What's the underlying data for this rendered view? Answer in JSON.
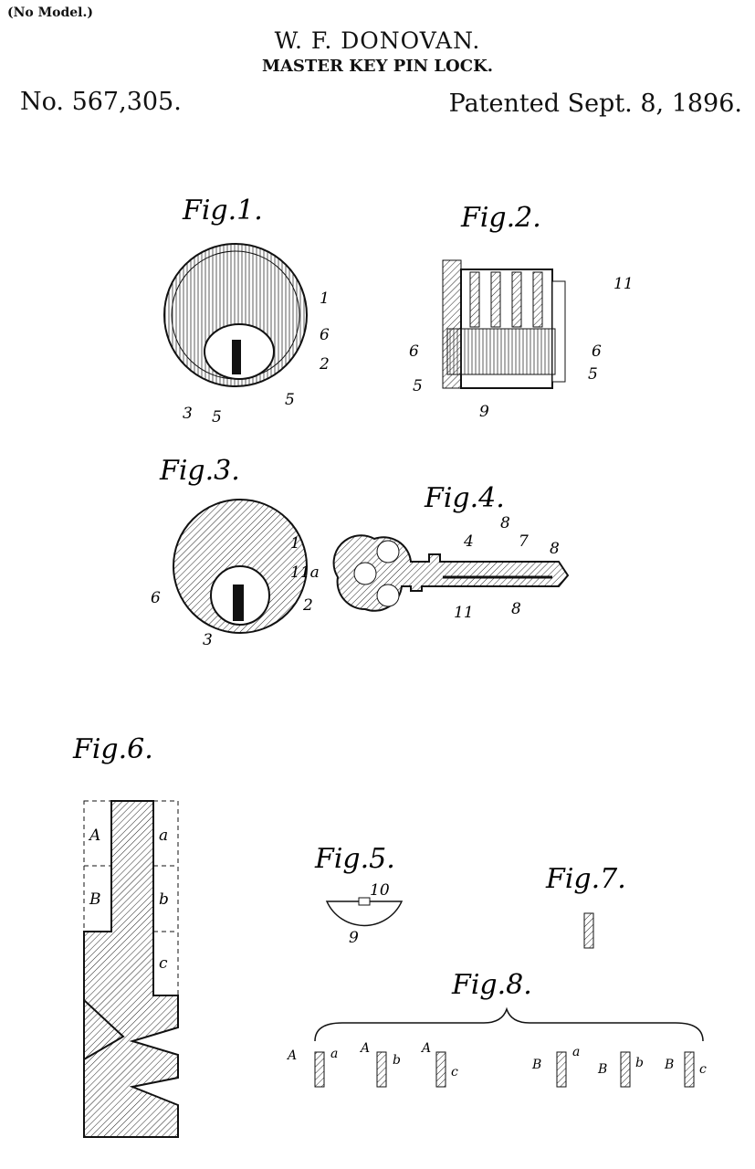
{
  "header": {
    "no_model": "(No Model.)",
    "inventor": "W. F. DONOVAN.",
    "title": "MASTER KEY PIN LOCK.",
    "patent_number": "No. 567,305.",
    "patent_date": "Patented Sept. 8, 1896."
  },
  "figures": {
    "fig1": {
      "title": "Fig.1.",
      "labels": [
        "1",
        "6",
        "2",
        "5",
        "3",
        "5"
      ]
    },
    "fig2": {
      "title": "Fig.2.",
      "labels": [
        "11",
        "6",
        "6",
        "5",
        "5",
        "9"
      ]
    },
    "fig3": {
      "title": "Fig.3.",
      "labels": [
        "1",
        "11a",
        "2",
        "6",
        "3"
      ]
    },
    "fig4": {
      "title": "Fig.4.",
      "labels": [
        "4",
        "8",
        "7",
        "8",
        "11",
        "8"
      ]
    },
    "fig5": {
      "title": "Fig.5.",
      "labels": [
        "10",
        "9"
      ]
    },
    "fig6": {
      "title": "Fig.6.",
      "labels": [
        "A",
        "a",
        "B",
        "b",
        "c"
      ]
    },
    "fig7": {
      "title": "Fig.7."
    },
    "fig8": {
      "title": "Fig.8.",
      "labels": [
        "A",
        "a",
        "A",
        "b",
        "A",
        "c",
        "B",
        "a",
        "B",
        "b",
        "B",
        "c"
      ]
    }
  }
}
